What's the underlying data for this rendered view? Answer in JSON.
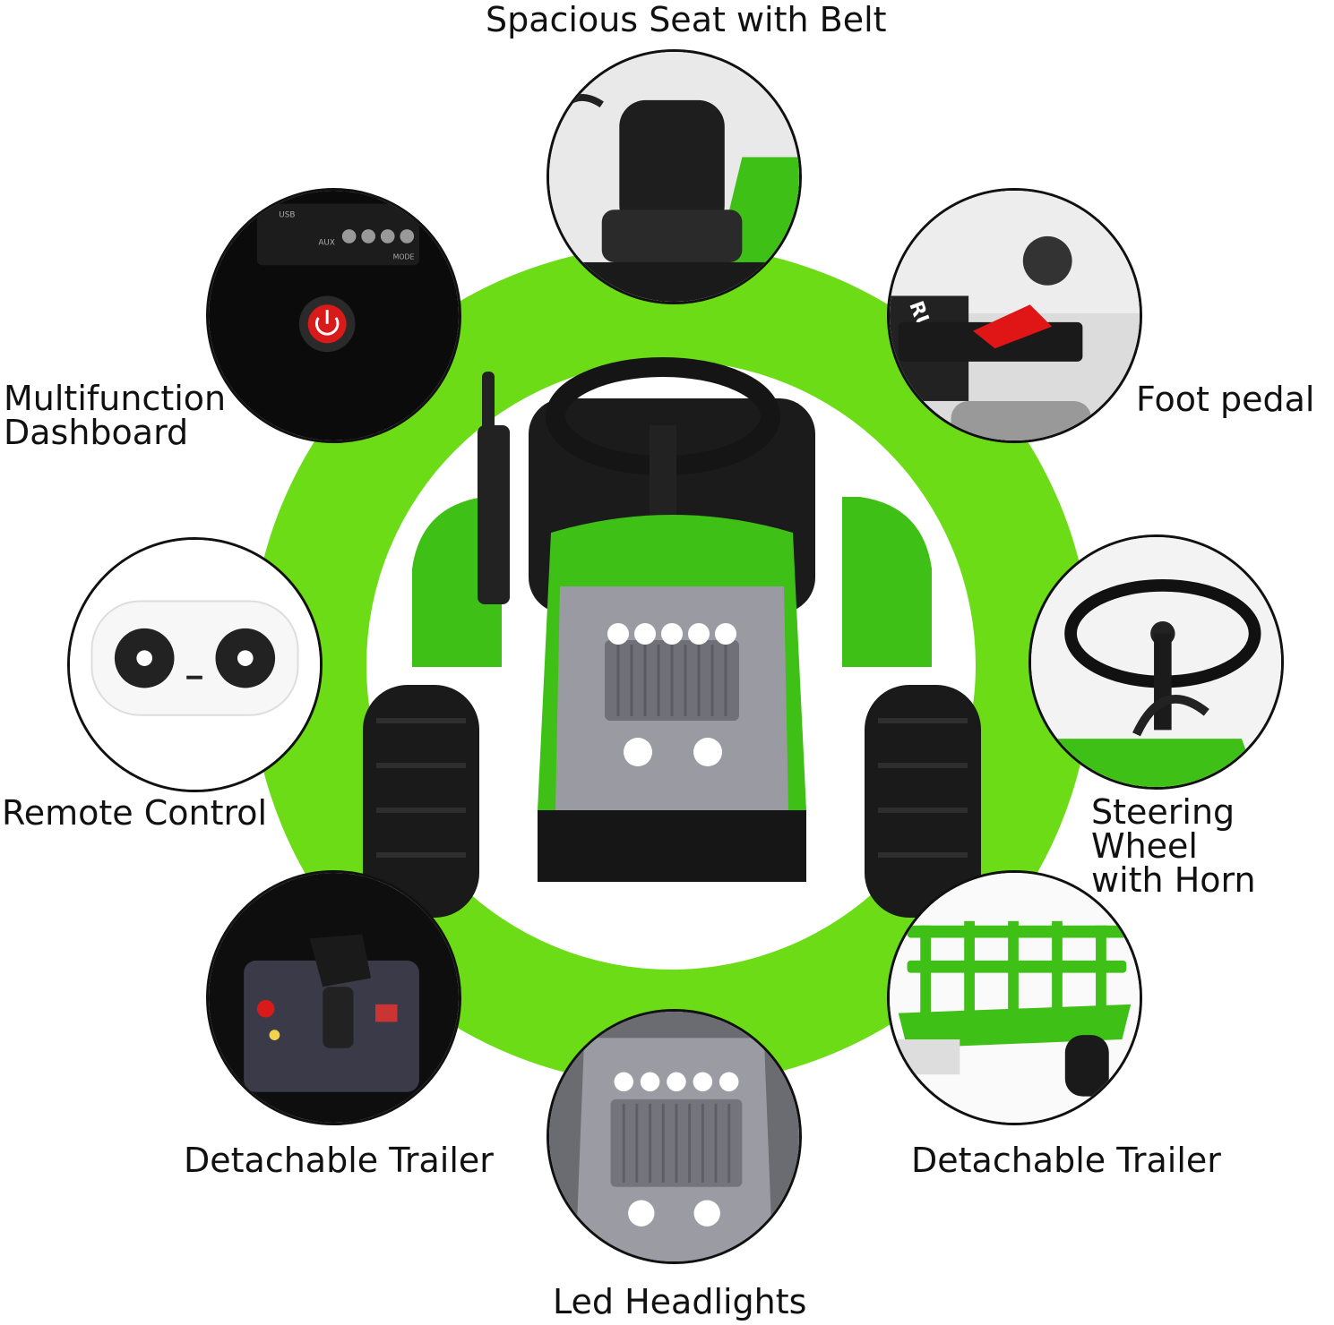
{
  "labels": {
    "seat": "Spacious Seat with Belt",
    "dashboard": "Multifunction\nDashboard",
    "pedal": "Foot pedal",
    "remote": "Remote Control",
    "steering": "Steering Wheel\nwith Horn",
    "trailer_left": "Detachable Trailer",
    "trailer_right": "Detachable Trailer",
    "headlights": "Led Headlights"
  },
  "dashboard_panel": {
    "usb": "USB",
    "aux": "AUX",
    "mode": "MODE"
  },
  "pedal_decal": "RUCK",
  "colors": {
    "ring_green": "#6cdc16",
    "tractor_green": "#3fc016",
    "outline": "#111111"
  },
  "icons": {
    "seat": "seat-icon",
    "dashboard": "power-button-icon",
    "pedal": "foot-pedal-icon",
    "remote": "remote-control-icon",
    "steering": "steering-wheel-icon",
    "trailer_left": "gear-shifter-icon",
    "trailer_right": "trailer-icon",
    "headlights": "headlights-icon"
  }
}
